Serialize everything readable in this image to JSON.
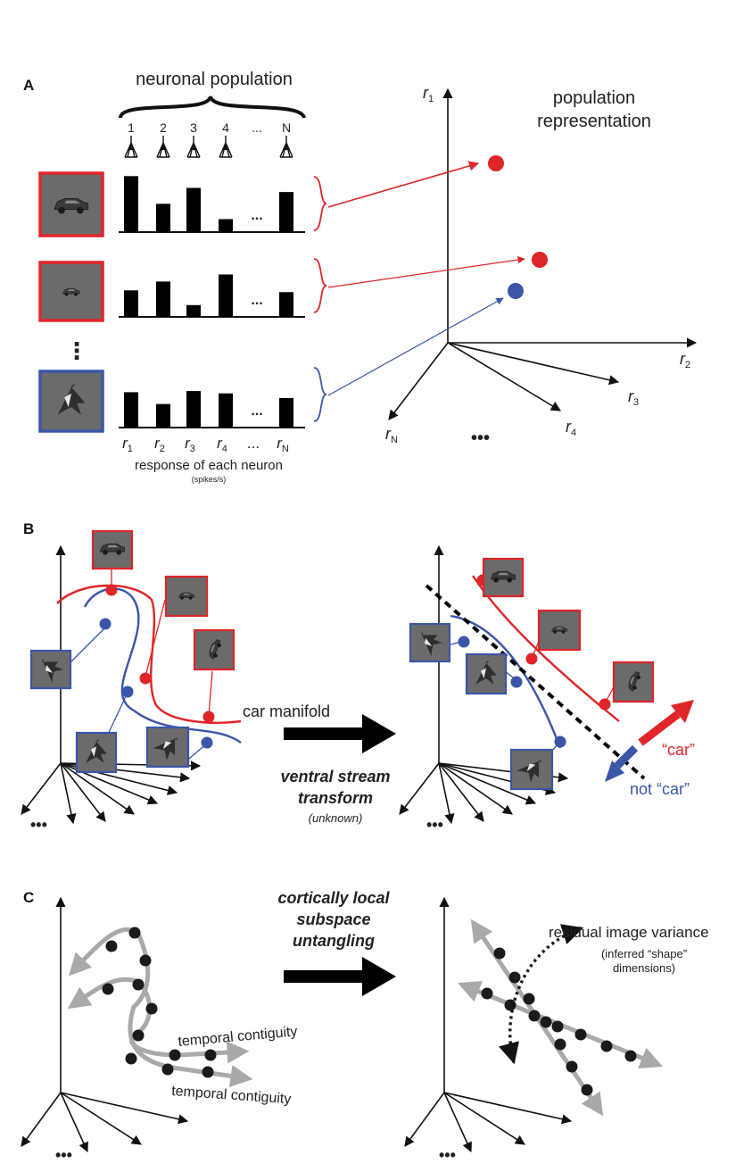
{
  "panel_a": {
    "label": "A",
    "population_title": "neuronal population",
    "neuron_ids": [
      "1",
      "2",
      "3",
      "4",
      "...",
      "N"
    ],
    "population_representation": [
      "population",
      "representation"
    ],
    "response_rows": [
      {
        "frame_color": "#e02528",
        "values": [
          0.95,
          0.48,
          0.75,
          0.22,
          0.68
        ]
      },
      {
        "frame_color": "#e02528",
        "values": [
          0.45,
          0.6,
          0.2,
          0.72,
          0.42
        ]
      },
      {
        "frame_color": "#3a56a8",
        "values": [
          0.6,
          0.4,
          0.62,
          0.58,
          0.5
        ]
      }
    ],
    "ellipsis": "...",
    "x_labels": [
      {
        "base": "r",
        "sub": "1"
      },
      {
        "base": "r",
        "sub": "2"
      },
      {
        "base": "r",
        "sub": "3"
      },
      {
        "base": "r",
        "sub": "4"
      },
      {
        "base": "...",
        "sub": ""
      },
      {
        "base": "r",
        "sub": "N"
      }
    ],
    "response_caption": "response of each neuron",
    "response_units": "(spikes/s)",
    "axis_labels": {
      "r1": {
        "base": "r",
        "sub": "1"
      },
      "r2": {
        "base": "r",
        "sub": "2"
      },
      "r3": {
        "base": "r",
        "sub": "3"
      },
      "r4": {
        "base": "r",
        "sub": "4"
      },
      "rN": {
        "base": "r",
        "sub": "N"
      }
    }
  },
  "panel_b": {
    "label": "B",
    "car_manifold": "car manifold",
    "transform_title": [
      "ventral stream",
      "transform"
    ],
    "transform_sub": "(unknown)",
    "car_label": "“car”",
    "not_car_label": "not “car”"
  },
  "panel_c": {
    "label": "C",
    "untangling_title": [
      "cortically local",
      "subspace",
      "untangling"
    ],
    "temporal_contiguity_1": "temporal contiguity",
    "temporal_contiguity_2": "temporal contiguity",
    "residual_1": "residual image variance",
    "residual_2": "(inferred “shape”",
    "residual_3": "dimensions)"
  },
  "colors": {
    "car_red": "#e02528",
    "noncar_blue": "#3a56a8",
    "image_gray": "#6b6b6b",
    "trajectory_gray": "#a9a9a9"
  }
}
